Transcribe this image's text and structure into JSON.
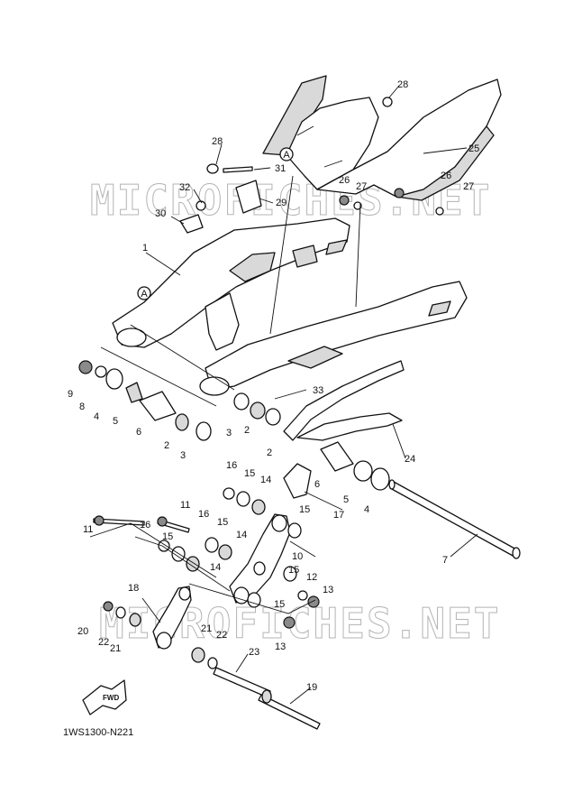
{
  "diagram": {
    "code": "1WS1300-N221",
    "fwd_label": "FWD",
    "ref_marker": "A",
    "watermark": "MICROFICHES.NET"
  },
  "callouts": [
    {
      "id": "c1",
      "text": "1"
    },
    {
      "id": "c2a",
      "text": "2"
    },
    {
      "id": "c2b",
      "text": "2"
    },
    {
      "id": "c2c",
      "text": "2"
    },
    {
      "id": "c3a",
      "text": "3"
    },
    {
      "id": "c3b",
      "text": "3"
    },
    {
      "id": "c4a",
      "text": "4"
    },
    {
      "id": "c4b",
      "text": "4"
    },
    {
      "id": "c5a",
      "text": "5"
    },
    {
      "id": "c5b",
      "text": "5"
    },
    {
      "id": "c6a",
      "text": "6"
    },
    {
      "id": "c6b",
      "text": "6"
    },
    {
      "id": "c7",
      "text": "7"
    },
    {
      "id": "c8",
      "text": "8"
    },
    {
      "id": "c9",
      "text": "9"
    },
    {
      "id": "c10",
      "text": "10"
    },
    {
      "id": "c11a",
      "text": "11"
    },
    {
      "id": "c11b",
      "text": "11"
    },
    {
      "id": "c12",
      "text": "12"
    },
    {
      "id": "c13a",
      "text": "13"
    },
    {
      "id": "c13b",
      "text": "13"
    },
    {
      "id": "c14a",
      "text": "14"
    },
    {
      "id": "c14b",
      "text": "14"
    },
    {
      "id": "c14c",
      "text": "14"
    },
    {
      "id": "c15a",
      "text": "15"
    },
    {
      "id": "c15b",
      "text": "15"
    },
    {
      "id": "c15c",
      "text": "15"
    },
    {
      "id": "c15d",
      "text": "15"
    },
    {
      "id": "c15e",
      "text": "15"
    },
    {
      "id": "c15f",
      "text": "15"
    },
    {
      "id": "c16a",
      "text": "16"
    },
    {
      "id": "c16b",
      "text": "16"
    },
    {
      "id": "c16c",
      "text": "16"
    },
    {
      "id": "c17",
      "text": "17"
    },
    {
      "id": "c18",
      "text": "18"
    },
    {
      "id": "c19",
      "text": "19"
    },
    {
      "id": "c20",
      "text": "20"
    },
    {
      "id": "c21a",
      "text": "21"
    },
    {
      "id": "c21b",
      "text": "21"
    },
    {
      "id": "c22a",
      "text": "22"
    },
    {
      "id": "c22b",
      "text": "22"
    },
    {
      "id": "c23",
      "text": "23"
    },
    {
      "id": "c24",
      "text": "24"
    },
    {
      "id": "c25",
      "text": "25"
    },
    {
      "id": "c26a",
      "text": "26"
    },
    {
      "id": "c26b",
      "text": "26"
    },
    {
      "id": "c27a",
      "text": "27"
    },
    {
      "id": "c27b",
      "text": "27"
    },
    {
      "id": "c28a",
      "text": "28"
    },
    {
      "id": "c28b",
      "text": "28"
    },
    {
      "id": "c29",
      "text": "29"
    },
    {
      "id": "c30",
      "text": "30"
    },
    {
      "id": "c31",
      "text": "31"
    },
    {
      "id": "c32",
      "text": "32"
    },
    {
      "id": "c33",
      "text": "33"
    }
  ]
}
